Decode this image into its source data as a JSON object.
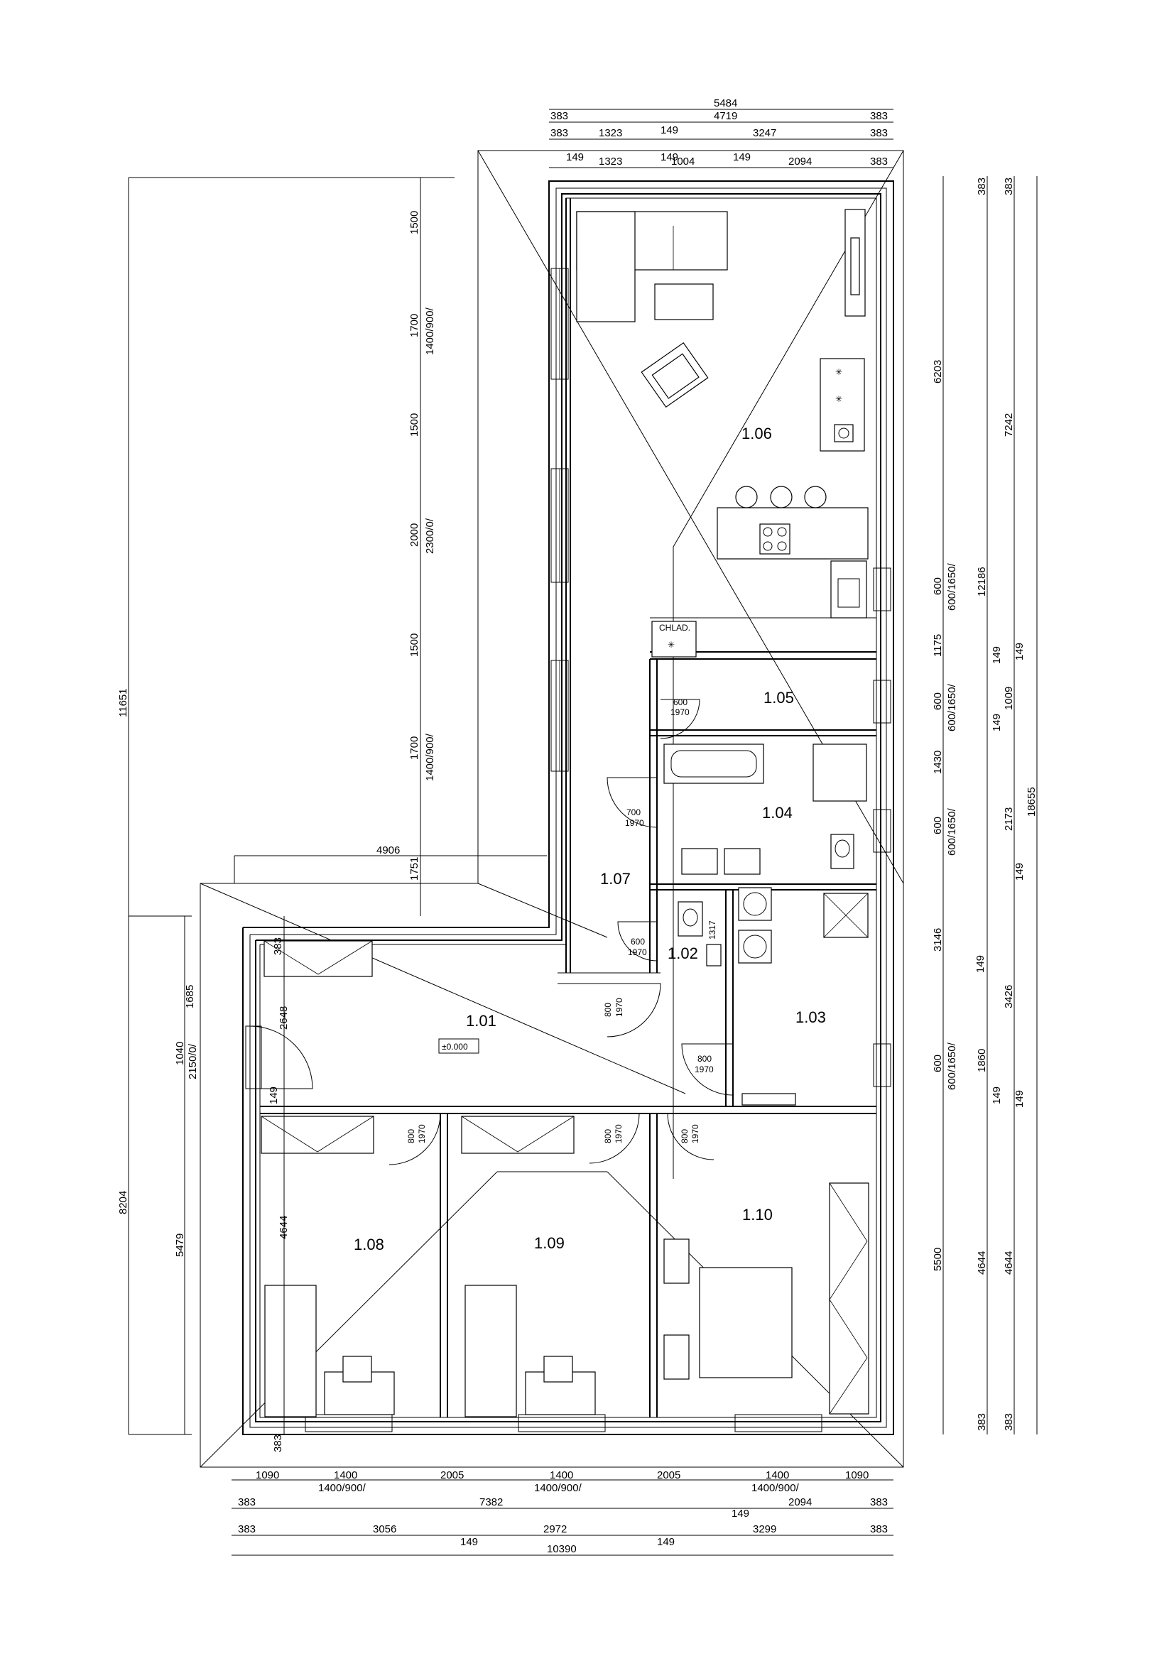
{
  "rooms": [
    {
      "id": "1.01",
      "label": "1.01"
    },
    {
      "id": "1.02",
      "label": "1.02"
    },
    {
      "id": "1.03",
      "label": "1.03"
    },
    {
      "id": "1.04",
      "label": "1.04"
    },
    {
      "id": "1.05",
      "label": "1.05"
    },
    {
      "id": "1.06",
      "label": "1.06"
    },
    {
      "id": "1.07",
      "label": "1.07"
    },
    {
      "id": "1.08",
      "label": "1.08"
    },
    {
      "id": "1.09",
      "label": "1.09"
    },
    {
      "id": "1.10",
      "label": "1.10"
    }
  ],
  "level_mark": "±0.000",
  "fridge_label": "CHLAD.",
  "doors": {
    "d105": [
      "600",
      "1970"
    ],
    "d104": [
      "700",
      "1970"
    ],
    "d102": [
      "600",
      "1970"
    ],
    "d101": [
      "800",
      "1970"
    ],
    "d103": [
      "800",
      "1970"
    ],
    "d108": [
      "800",
      "1970"
    ],
    "d109": [
      "800",
      "1970"
    ],
    "d110": [
      "800",
      "1970"
    ],
    "wc_1317": "1317"
  },
  "dims": {
    "top": {
      "row1_total": "5484",
      "row2": [
        "383",
        "4719",
        "383"
      ],
      "row3": [
        "383",
        "1323",
        "149",
        "3247",
        "383"
      ],
      "row4": [
        "149",
        "1323",
        "149",
        "1004",
        "149",
        "2094",
        "383"
      ]
    },
    "bottom": {
      "row1": [
        "1090",
        "1400",
        "2005",
        "1400",
        "2005",
        "1400",
        "1090"
      ],
      "row1_sub": [
        "1400/900/",
        "1400/900/",
        "1400/900/"
      ],
      "row2": [
        "383",
        "7382",
        "149",
        "2094",
        "383"
      ],
      "row3": [
        "383",
        "3056",
        "149",
        "2972",
        "149",
        "3299",
        "383"
      ],
      "row3_total": "10390"
    },
    "left": {
      "upper_total": "11651",
      "lower_total": "8204",
      "window_heights": [
        "1500",
        "1700",
        "1400/900/",
        "1500",
        "2000",
        "2300/0/",
        "1500",
        "1700",
        "1400/900/",
        "1751"
      ],
      "lower": [
        "1685",
        "1040",
        "2150/0/",
        "5479"
      ],
      "inner": [
        "383",
        "2648",
        "149",
        "4644",
        "383"
      ]
    },
    "wing_width": "4906",
    "right": {
      "col1": [
        "6203",
        "600",
        "1175",
        "600",
        "1430",
        "600",
        "3146",
        "600",
        "5500"
      ],
      "col1_sub": [
        "600/1650/",
        "600/1650/",
        "600/1650/",
        "600/1650/"
      ],
      "col2": [
        "383",
        "12186",
        "149",
        "1009",
        "149",
        "2173",
        "149",
        "1860",
        "149",
        "4644",
        "383"
      ],
      "col3": [
        "383",
        "7242",
        "149",
        "149",
        "3426",
        "149",
        "18655",
        "4644",
        "383"
      ]
    }
  },
  "colors": {
    "line": "#000000",
    "background": "#ffffff"
  }
}
